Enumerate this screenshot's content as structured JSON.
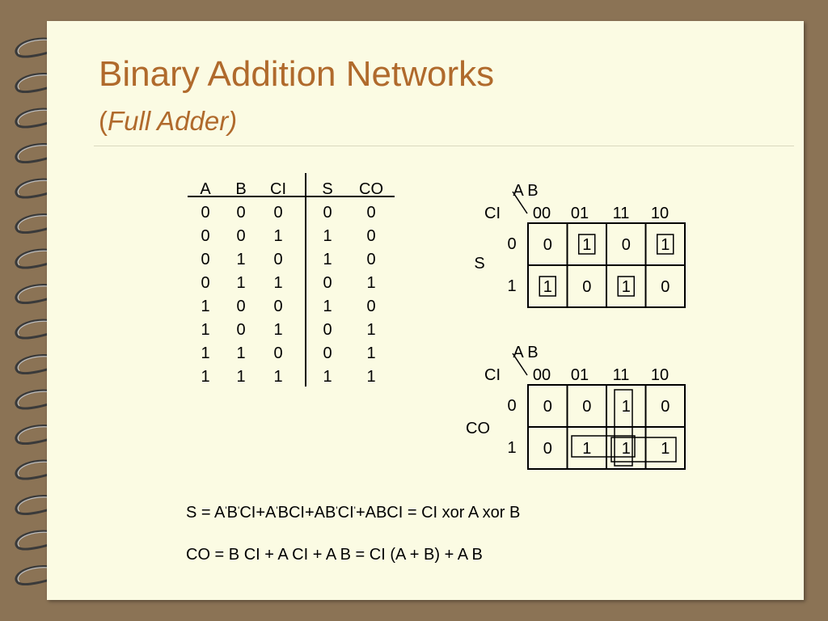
{
  "slide": {
    "title": "Binary Addition Networks",
    "subtitle_open": "(",
    "subtitle_text": "Full Adder)"
  },
  "truth_table": {
    "headers": [
      "A",
      "B",
      "CI",
      "S",
      "CO"
    ],
    "rows": [
      [
        "0",
        "0",
        "0",
        "0",
        "0"
      ],
      [
        "0",
        "0",
        "1",
        "1",
        "0"
      ],
      [
        "0",
        "1",
        "0",
        "1",
        "0"
      ],
      [
        "0",
        "1",
        "1",
        "0",
        "1"
      ],
      [
        "1",
        "0",
        "0",
        "1",
        "0"
      ],
      [
        "1",
        "0",
        "1",
        "0",
        "1"
      ],
      [
        "1",
        "1",
        "0",
        "0",
        "1"
      ],
      [
        "1",
        "1",
        "1",
        "1",
        "1"
      ]
    ]
  },
  "kmaps": [
    {
      "output": "S",
      "col_var": "A B",
      "row_var": "CI",
      "col_labels": [
        "00",
        "01",
        "11",
        "10"
      ],
      "row_labels": [
        "0",
        "1"
      ],
      "cells": [
        [
          "0",
          "1",
          "0",
          "1"
        ],
        [
          "1",
          "0",
          "1",
          "0"
        ]
      ]
    },
    {
      "output": "CO",
      "col_var": "A B",
      "row_var": "CI",
      "col_labels": [
        "00",
        "01",
        "11",
        "10"
      ],
      "row_labels": [
        "0",
        "1"
      ],
      "cells": [
        [
          "0",
          "0",
          "1",
          "0"
        ],
        [
          "0",
          "1",
          "1",
          "1"
        ]
      ]
    }
  ],
  "equations": {
    "s": {
      "p1": "S = A",
      "p2": "B",
      "p3": "CI+A",
      "p4": "BCI+AB",
      "p5": "CI",
      "p6": "+ABCI = CI xor A xor B",
      "prime": "'"
    },
    "co": "CO = B CI  +  A CI  +  A B = CI (A + B) + A B"
  },
  "colors": {
    "background": "#8b7355",
    "paper": "#fbfbe3",
    "title": "#b06a2c",
    "text": "#000000"
  }
}
